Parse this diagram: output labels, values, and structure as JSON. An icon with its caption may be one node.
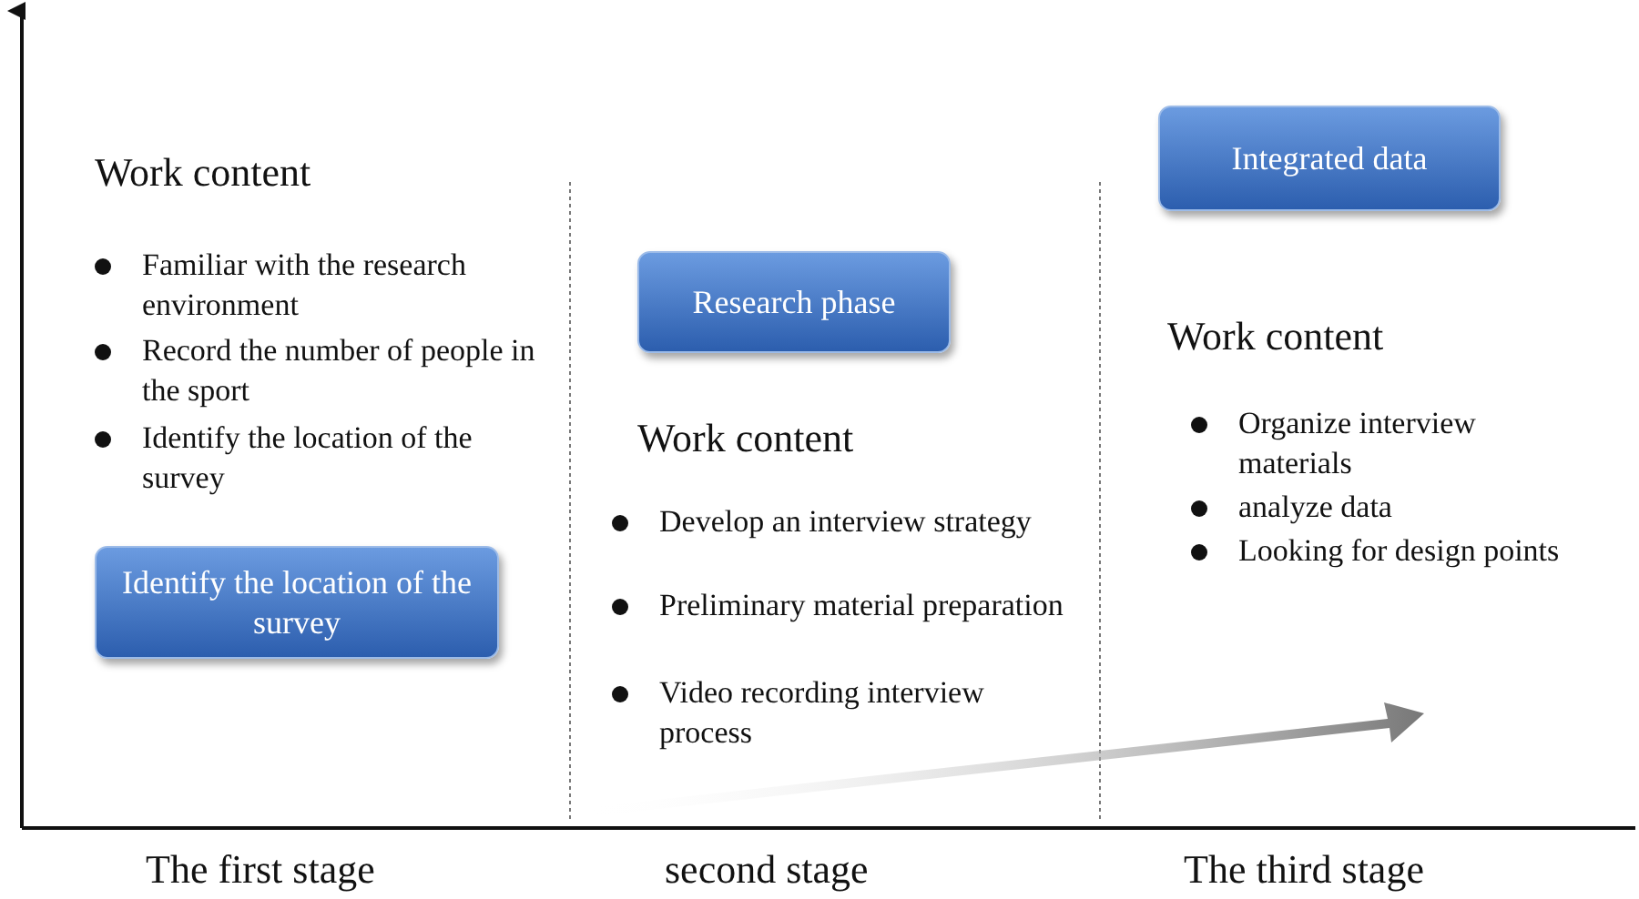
{
  "diagram": {
    "nodes": [
      {
        "text": [
          "Identify the location of the survey"
        ]
      },
      {
        "text": [
          "Research phase"
        ]
      },
      {
        "text": [
          "Integrated data"
        ]
      }
    ],
    "edges": [],
    "labels": [
      "Work content",
      "Familiar with the research environment",
      "Record the number of people in the sport",
      "Identify the location of the survey",
      "Work content",
      "Develop an interview strategy",
      "Preliminary material preparation",
      "Video recording interview process",
      "Work content",
      "Organize interview materials",
      "analyze data",
      "Looking for design points",
      "The first stage",
      "second stage",
      "The third stage"
    ]
  }
}
